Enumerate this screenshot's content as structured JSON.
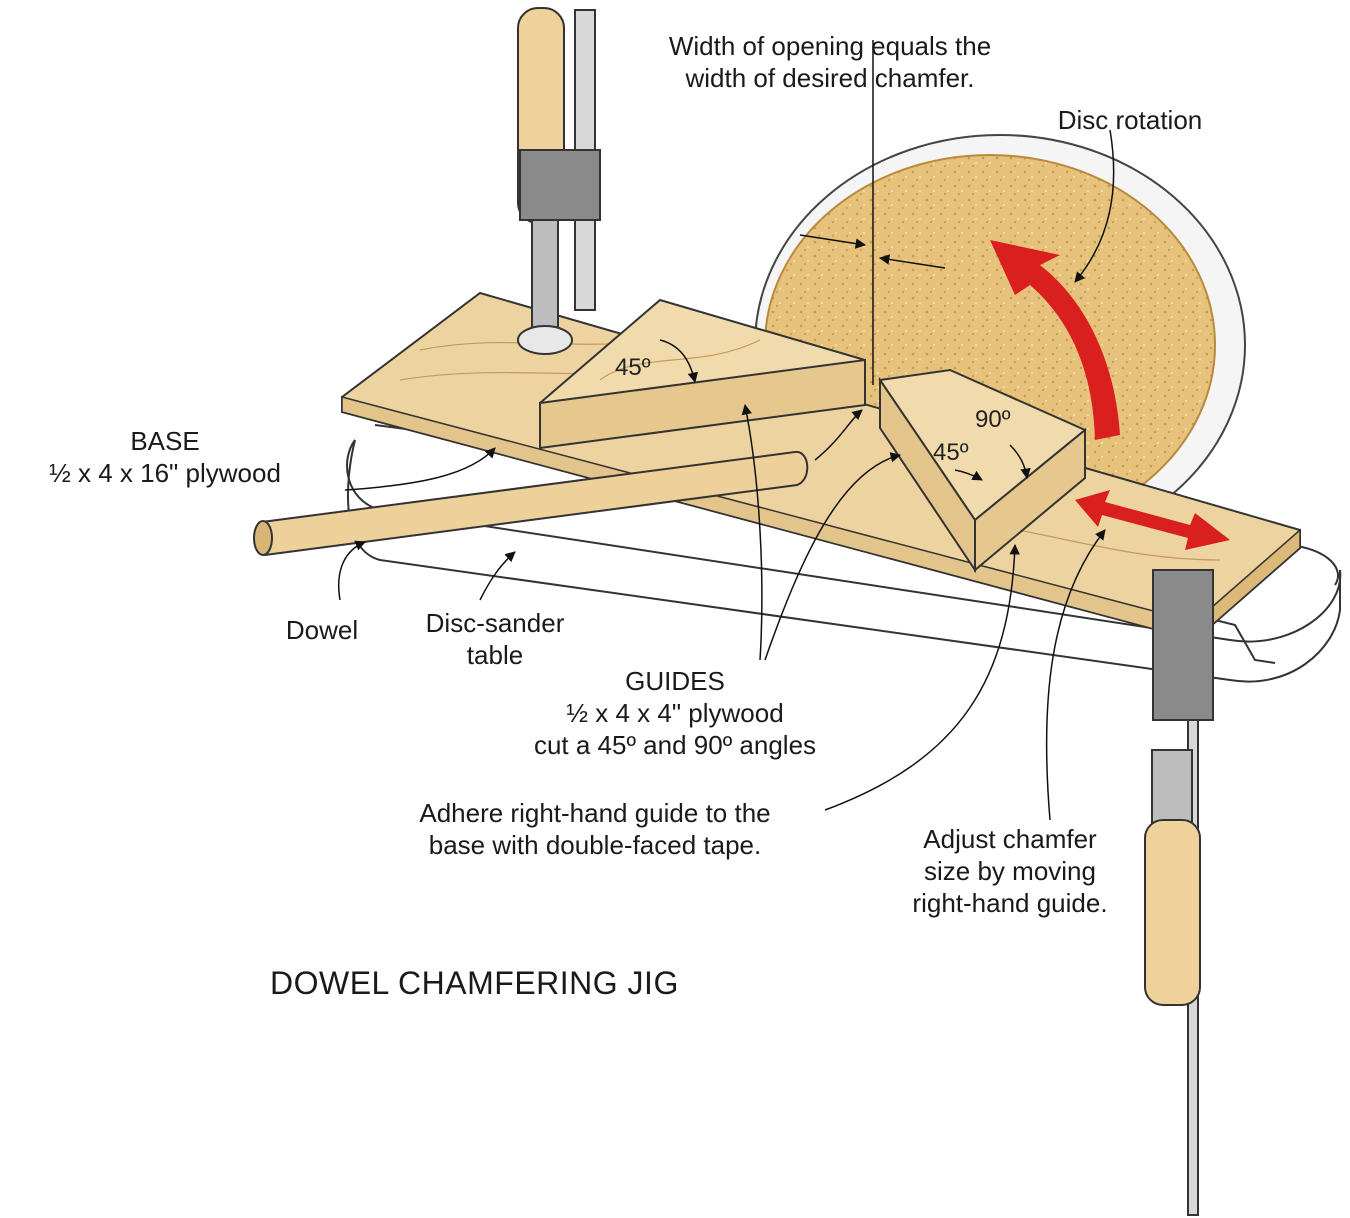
{
  "title": "DOWEL CHAMFERING JIG",
  "labels": {
    "opening": [
      "Width of opening equals the",
      "width of desired chamfer."
    ],
    "disc_rotation": "Disc rotation",
    "base": [
      "BASE",
      "½ x 4 x 16\" plywood"
    ],
    "dowel": "Dowel",
    "table": [
      "Disc-sander",
      "table"
    ],
    "guides": [
      "GUIDES",
      "½ x 4 x 4\" plywood",
      "cut a 45º and 90º angles"
    ],
    "adhere": [
      "Adhere right-hand guide to the",
      "base with double-faced tape."
    ],
    "adjust": [
      "Adjust chamfer",
      "size by moving",
      "right-hand guide."
    ]
  },
  "angles": {
    "left_guide": "45º",
    "right_guide_top": "90º",
    "right_guide_bottom": "45º"
  },
  "colors": {
    "wood": "#edd3a0",
    "wood_edge": "#e3c48a",
    "sandpaper": "#e7c27c",
    "arrow": "#d9201e",
    "table": "#ffffff",
    "outline": "#333333"
  }
}
